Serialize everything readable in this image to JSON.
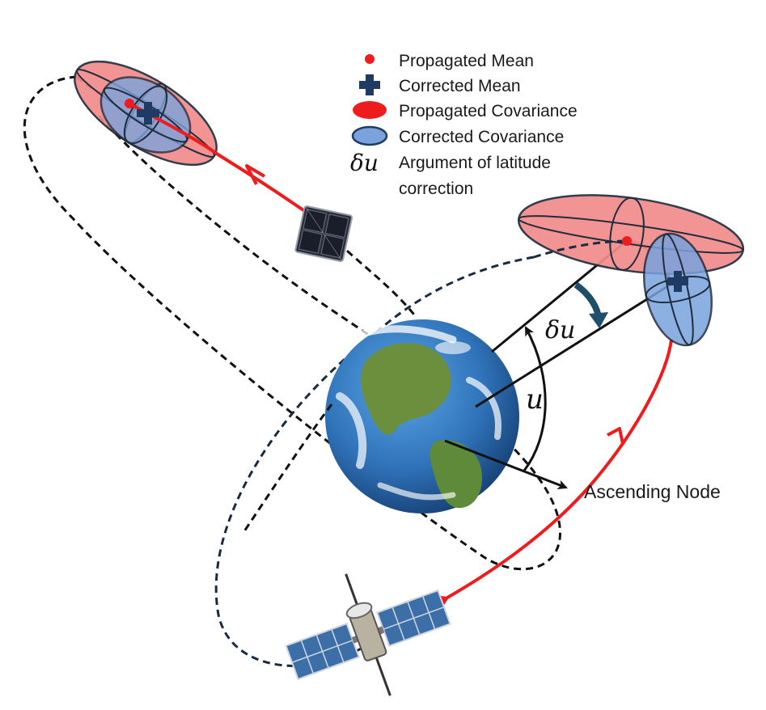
{
  "legend": {
    "propagated_mean": "Propagated Mean",
    "corrected_mean": "Corrected Mean",
    "propagated_covariance": "Propagated Covariance",
    "corrected_covariance": "Corrected Covariance",
    "delta_u_symbol": "δu",
    "argument_line1": "Argument of latitude",
    "argument_line2": "correction"
  },
  "diagram": {
    "delta_u_label": "δu",
    "u_label": "u",
    "ascending_node_label": "Ascending Node"
  },
  "colors": {
    "propagated": "#ee1c1c",
    "propagated_fill": "#f38b8b",
    "corrected": "#1f3b63",
    "corrected_fill": "#7aa3dd",
    "orbit_dashed": "#111111",
    "orbit_red": "#ee1c1c",
    "ocean": "#2f72b8",
    "land": "#5f8a3a"
  },
  "icons": {
    "cubesat": "cubesat-icon",
    "satellite": "satellite-icon",
    "earth": "earth-icon"
  }
}
